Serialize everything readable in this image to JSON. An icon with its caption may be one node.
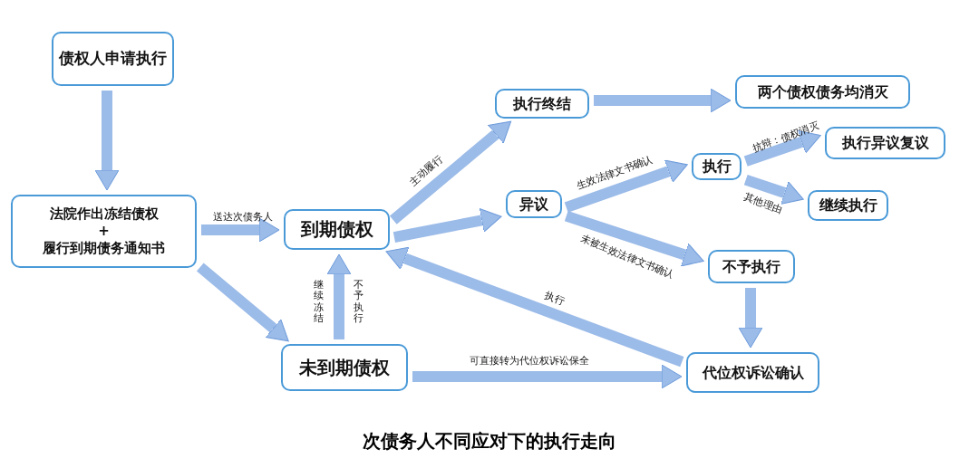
{
  "diagram": {
    "caption": "次债务人不同应对下的执行走向",
    "nodes": [
      {
        "text": [
          "债权人申请执行"
        ]
      },
      {
        "text": [
          "法院作出冻结债权",
          "+",
          "履行到期债务通知书"
        ]
      },
      {
        "text": [
          "到期债权"
        ]
      },
      {
        "text": [
          "未到期债权"
        ]
      },
      {
        "text": [
          "执行终结"
        ]
      },
      {
        "text": [
          "两个债权债务均消灭"
        ]
      },
      {
        "text": [
          "异议"
        ]
      },
      {
        "text": [
          "执行"
        ]
      },
      {
        "text": [
          "执行异议复议"
        ]
      },
      {
        "text": [
          "继续执行"
        ]
      },
      {
        "text": [
          "不予执行"
        ]
      },
      {
        "text": [
          "代位权诉讼确认"
        ]
      }
    ],
    "edges": [
      {
        "from": 0,
        "to": 1,
        "arrow": "to"
      },
      {
        "from": 1,
        "to": 2,
        "arrow": "to",
        "label": "送达次债务人"
      },
      {
        "from": 1,
        "to": 3,
        "arrow": "to"
      },
      {
        "from": 3,
        "to": 2,
        "arrow": "to",
        "label": "继续冻结"
      },
      {
        "from": 2,
        "to": 4,
        "arrow": "to",
        "label": "主动履行"
      },
      {
        "from": 2,
        "to": 6,
        "arrow": "to"
      },
      {
        "from": 4,
        "to": 5,
        "arrow": "to"
      },
      {
        "from": 6,
        "to": 7,
        "arrow": "to",
        "label": "生效法律文书确认"
      },
      {
        "from": 6,
        "to": 10,
        "arrow": "to",
        "label": "未被生效法律文书确认"
      },
      {
        "from": 7,
        "to": 8,
        "arrow": "to",
        "label": "抗辩：债权消灭"
      },
      {
        "from": 7,
        "to": 9,
        "arrow": "to",
        "label": "其他理由"
      },
      {
        "from": 10,
        "to": 11,
        "arrow": "to"
      },
      {
        "from": 11,
        "to": 2,
        "arrow": "to",
        "label": "执行"
      },
      {
        "from": 3,
        "to": 11,
        "arrow": "to",
        "label": "可直接转为代位权诉讼保全"
      }
    ],
    "labels": [
      "不予执行"
    ]
  }
}
